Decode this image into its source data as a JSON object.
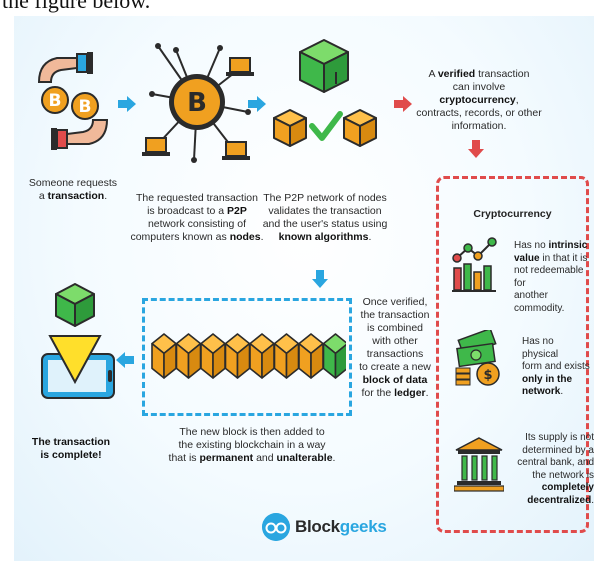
{
  "page": {
    "top_caption": "the figure below."
  },
  "steps": {
    "s1": {
      "line1": "Someone requests",
      "line2_pre": "a ",
      "line2_bold": "transaction",
      "line2_post": "."
    },
    "s2": {
      "line1": "The requested transaction",
      "line2_pre": "is broadcast to a ",
      "line2_bold": "P2P",
      "line3": "network consisting of",
      "line4_pre": "computers known as ",
      "line4_bold": "nodes",
      "line4_post": "."
    },
    "s3": {
      "line1": "The P2P network of nodes",
      "line2": "validates the transaction",
      "line3": "and the user's status using",
      "line4_bold": "known algorithms",
      "line4_post": "."
    },
    "s4": {
      "line1_pre": "A ",
      "line1_bold": "verified",
      "line1_post": " transaction",
      "line2_pre": "can involve ",
      "line2_bold": "cryptocurrency",
      "line2_post": ",",
      "line3": "contracts, records, or other",
      "line4": "information."
    },
    "s5": {
      "line1": "Once verified,",
      "line2": "the transaction",
      "line3": "is combined",
      "line4": "with other",
      "line5": "transactions",
      "line6": "to create a new",
      "line7_bold": "block of data",
      "line8_pre": "for the ",
      "line8_bold": "ledger",
      "line8_post": "."
    },
    "s6": {
      "line1": "The new block is then added to",
      "line2": "the existing blockchain in a way",
      "line3_pre": "that is ",
      "line3_bold1": "permanent",
      "line3_mid": " and ",
      "line3_bold2": "unalterable",
      "line3_post": "."
    },
    "s7": {
      "line1": "The transaction",
      "line2": "is complete!"
    }
  },
  "crypto": {
    "title": "Cryptocurrency",
    "f1": {
      "line1": "Has no ",
      "line1_bold": "intrinsic",
      "line2_bold": "value",
      "line2": " in that it is",
      "line3": "not redeemable for",
      "line4": "another commodity."
    },
    "f2": {
      "line1": "Has no physical",
      "line2": "form and exists",
      "line3_bold": "only in the",
      "line4_bold": "network",
      "line4_post": "."
    },
    "f3": {
      "line1": "Its supply is not",
      "line2": "determined by a",
      "line3": "central bank, and",
      "line4": "the network is",
      "line5_bold": "completely",
      "line6_bold": "decentralized",
      "line6_post": "."
    }
  },
  "brand": {
    "name_part1": "Block",
    "name_part2": "geeks"
  },
  "colors": {
    "blue": "#2aa6e0",
    "red": "#e04b4b",
    "green": "#3fb84a",
    "orange": "#f0a020",
    "dark": "#2b2b2b"
  }
}
